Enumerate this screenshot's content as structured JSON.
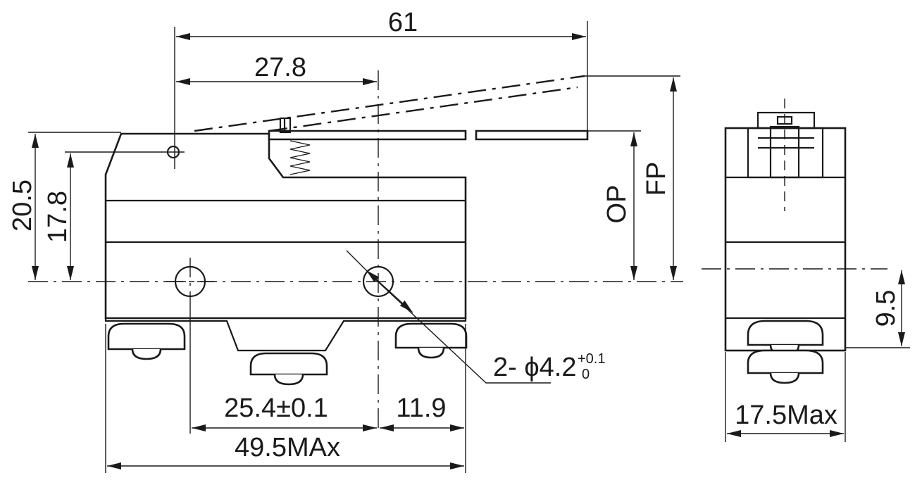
{
  "dimensions": {
    "overall_lever": "61",
    "pivot_to_plunger": "27.8",
    "height_total": "20.5",
    "height_pivot": "17.8",
    "hole_spacing": "25.4±0.1",
    "hole_to_edge": "11.9",
    "body_length": "49.5MAx",
    "mounting_hole_prefix": "2- ϕ4.2",
    "mounting_hole_tol_upper": "+0.1",
    "mounting_hole_tol_lower": "0",
    "operating_position": "OP",
    "free_position": "FP",
    "side_hole_height": "9.5",
    "side_width": "17.5Max"
  }
}
